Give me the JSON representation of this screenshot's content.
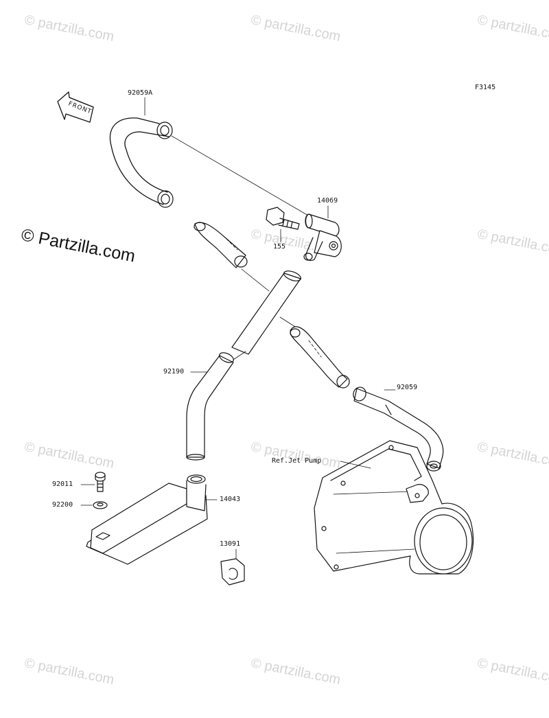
{
  "diagram": {
    "figure_code": "F3145",
    "front_arrow_label": "FRONT",
    "parts": [
      {
        "id": "92059A"
      },
      {
        "id": "14069"
      },
      {
        "id": "155"
      },
      {
        "id": "92190"
      },
      {
        "id": "92059"
      },
      {
        "id": "92011"
      },
      {
        "id": "92200"
      },
      {
        "id": "14043"
      },
      {
        "id": "13091"
      }
    ],
    "reference_label": "Ref.Jet Pump"
  },
  "watermarks": {
    "main": "© Partzilla.com",
    "tile": "© partzilla.com"
  },
  "colors": {
    "line": "#111111",
    "background": "#ffffff",
    "watermark": "#d4d4d4"
  }
}
